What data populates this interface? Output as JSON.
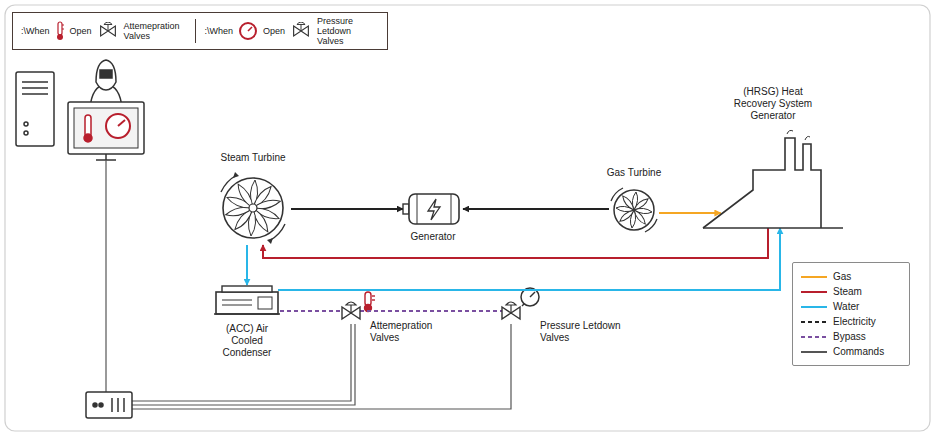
{
  "diagram": {
    "nodes": [
      {
        "text": [
          ":\\When",
          "Open",
          "Attemepration Valves",
          ":\\When",
          "Open",
          "Pressure Letdown Valves"
        ]
      },
      {
        "text": [
          "Steam Turbine"
        ]
      },
      {
        "text": [
          "Generator"
        ]
      },
      {
        "text": [
          "Gas Turbine"
        ]
      },
      {
        "text": [
          "(HRSG) Heat Recovery System Generator"
        ]
      },
      {
        "text": [
          "(ACC) Air Cooled Condenser"
        ]
      },
      {
        "text": [
          "Attemepration Valves"
        ]
      },
      {
        "text": [
          "Pressure Letdown Valves"
        ]
      }
    ],
    "edges": [
      {
        "from": 1,
        "to": 2,
        "arrow": "to"
      },
      {
        "from": 3,
        "to": 2,
        "arrow": "to"
      },
      {
        "from": 3,
        "to": 4,
        "arrow": "to"
      },
      {
        "from": 4,
        "to": 1,
        "arrow": "to"
      },
      {
        "from": 1,
        "to": 5,
        "arrow": "to"
      },
      {
        "from": 5,
        "to": 4,
        "arrow": "to"
      },
      {
        "from": 5,
        "to": 6,
        "arrow": "none"
      },
      {
        "from": 6,
        "to": 7,
        "arrow": "none"
      }
    ],
    "legend": [
      {
        "text": "Gas",
        "color": "#f5a623"
      },
      {
        "text": "Steam",
        "color": "#b81f2d"
      },
      {
        "text": "Water",
        "color": "#29b6e8"
      },
      {
        "text": "Electricity"
      },
      {
        "text": "Bypass"
      },
      {
        "text": "Commands",
        "color": "#555555"
      }
    ]
  }
}
